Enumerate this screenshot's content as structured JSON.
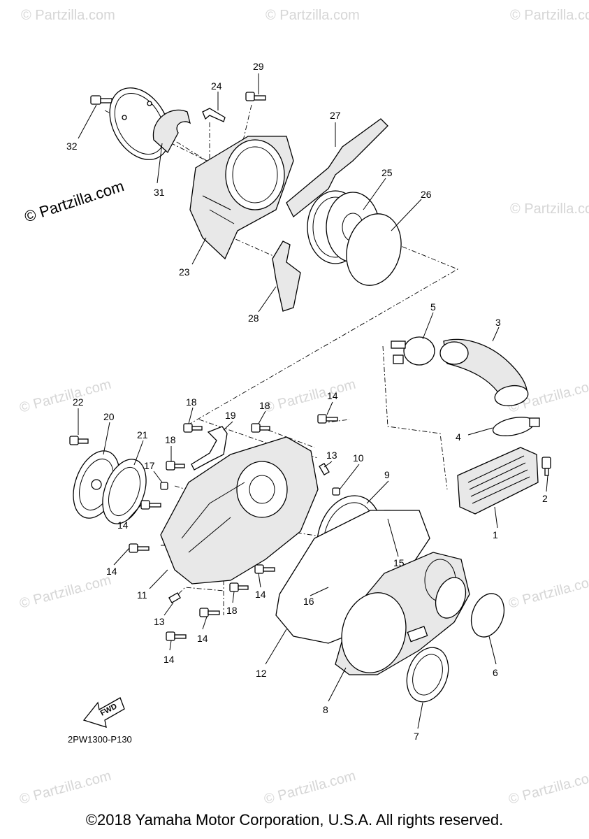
{
  "watermark": {
    "site": "© Partzilla.com",
    "prominent": "© Partzilla.com"
  },
  "diagram": {
    "code": "2PW1300-P130",
    "fwd_label": "FWD"
  },
  "callouts": {
    "c1": "1",
    "c2": "2",
    "c3": "3",
    "c4": "4",
    "c5": "5",
    "c6": "6",
    "c7": "7",
    "c8": "8",
    "c9": "9",
    "c10": "10",
    "c11": "11",
    "c12": "12",
    "c13a": "13",
    "c13b": "13",
    "c14a": "14",
    "c14b": "14",
    "c14c": "14",
    "c14d": "14",
    "c14e": "14",
    "c14f": "14",
    "c15": "15",
    "c16": "16",
    "c17": "17",
    "c18a": "18",
    "c18b": "18",
    "c18c": "18",
    "c18d": "18",
    "c19": "19",
    "c20": "20",
    "c21": "21",
    "c22": "22",
    "c23": "23",
    "c24": "24",
    "c25": "25",
    "c26": "26",
    "c27": "27",
    "c28": "28",
    "c29": "29",
    "c31": "31",
    "c32": "32"
  },
  "footer": {
    "copyright": "©2018 Yamaha Motor Corporation, U.S.A. All rights reserved."
  }
}
